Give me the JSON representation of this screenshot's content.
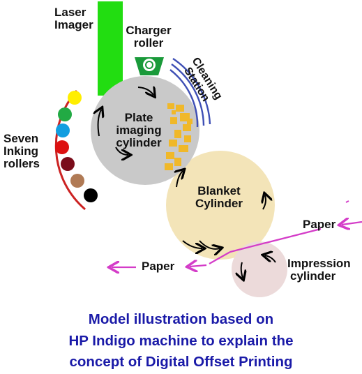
{
  "labels": {
    "laser_imager": [
      "Laser",
      "Imager"
    ],
    "charger_roller": [
      "Charger",
      "roller"
    ],
    "cleaning_station": [
      "Cleaning",
      "Station"
    ],
    "plate_cylinder": [
      "Plate",
      "imaging",
      "cylinder"
    ],
    "seven_inking_rollers": [
      "Seven",
      "Inking",
      "rollers"
    ],
    "blanket_cylinder": [
      "Blanket",
      "Cylinder"
    ],
    "paper_in": "Paper",
    "paper_out": "Paper",
    "impression_cylinder": [
      "Impression",
      "cylinder"
    ]
  },
  "caption": [
    "Model illustration based on",
    "HP Indigo machine to explain the",
    "concept of Digital Offset Printing"
  ],
  "colors": {
    "laser_green": "#22dd11",
    "charger_green": "#1a9a3a",
    "cleaning_blue": "#3e4fb5",
    "plate_grey": "#c9c9c9",
    "blanket_cream": "#f3e4b8",
    "impression_pink": "#ecdada",
    "ink_arc_red": "#cc2222",
    "ink_yellow": "#f0b829",
    "paper_magenta": "#d43cc8",
    "caption_blue": "#1a1aa8"
  },
  "ink_roller_colors": [
    "#ffee00",
    "#22aa44",
    "#119ee0",
    "#dd1111",
    "#7a0c1a",
    "#b07a55",
    "#000000"
  ]
}
